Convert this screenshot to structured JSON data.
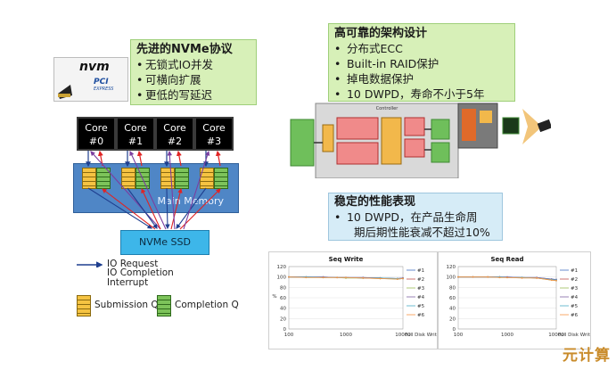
{
  "nvme_callout": {
    "title": "先进的NVMe协议",
    "items": [
      "无锁式IO并发",
      "可横向扩展",
      "更低的写延迟"
    ]
  },
  "nvm_logo": {
    "text": "nvm",
    "sub1": "PCI",
    "sub2": "EXPRESS"
  },
  "reliability_callout": {
    "title": "高可靠的架构设计",
    "items": [
      "分布式ECC",
      "Built-in RAID保护",
      "掉电数据保护",
      "10 DWPD，寿命不小于5年"
    ]
  },
  "performance_callout": {
    "title": "稳定的性能表现",
    "items": [
      "10 DWPD，在产品生命周",
      "期后期性能衰减不超过10%"
    ]
  },
  "cores": [
    "Core\n#0",
    "Core\n#1",
    "Core\n#2",
    "Core\n#3"
  ],
  "main_memory_label": "Main Memory",
  "ssd_label": "NVMe SSD",
  "legend": {
    "io_request": "IO Request",
    "io_completion": "IO Completion",
    "interrupt": "Interrupt",
    "submission_q": "Submission Q",
    "completion_q": "Completion Q"
  },
  "controller_label": "Controller",
  "charts": [
    {
      "title": "Seq Write",
      "xlabel": "Full Disk Writes",
      "ylabel": "%",
      "yticks": [
        "120",
        "100",
        "80",
        "60",
        "40",
        "20",
        "0"
      ],
      "xticks": [
        "100",
        "1000",
        "10000"
      ],
      "legend": [
        "#1",
        "#2",
        "#3",
        "#4",
        "#5",
        "#6"
      ]
    },
    {
      "title": "Seq Read",
      "xlabel": "Full Disk Writes",
      "ylabel": "",
      "yticks": [
        "120",
        "100",
        "80",
        "60",
        "40",
        "20",
        "0"
      ],
      "xticks": [
        "100",
        "1000",
        "10000"
      ],
      "legend": [
        "#1",
        "#2",
        "#3",
        "#4",
        "#5",
        "#6"
      ]
    }
  ],
  "chart_data": [
    {
      "type": "line",
      "title": "Seq Write",
      "xlabel": "Full Disk Writes",
      "ylabel": "%",
      "x": [
        100,
        200,
        400,
        700,
        1000,
        2000,
        4000,
        8000,
        10000
      ],
      "ylim": [
        0,
        120
      ],
      "xscale": "log",
      "series": [
        {
          "name": "#1",
          "values": [
            100,
            100,
            100,
            99,
            99,
            99,
            98,
            97,
            98
          ]
        },
        {
          "name": "#2",
          "values": [
            100,
            100,
            99,
            99,
            99,
            98,
            98,
            96,
            97
          ]
        },
        {
          "name": "#3",
          "values": [
            100,
            99,
            99,
            99,
            98,
            98,
            97,
            96,
            97
          ]
        },
        {
          "name": "#4",
          "values": [
            100,
            100,
            100,
            99,
            99,
            99,
            98,
            97,
            98
          ]
        },
        {
          "name": "#5",
          "values": [
            100,
            100,
            99,
            99,
            99,
            98,
            98,
            97,
            97
          ]
        },
        {
          "name": "#6",
          "values": [
            100,
            99,
            99,
            99,
            99,
            98,
            97,
            96,
            97
          ]
        }
      ],
      "legend_position": "right"
    },
    {
      "type": "line",
      "title": "Seq Read",
      "xlabel": "Full Disk Writes",
      "x": [
        100,
        200,
        400,
        700,
        1000,
        2000,
        4000,
        8000,
        10000
      ],
      "ylim": [
        0,
        120
      ],
      "xscale": "log",
      "series": [
        {
          "name": "#1",
          "values": [
            100,
            100,
            100,
            100,
            100,
            99,
            99,
            96,
            95
          ]
        },
        {
          "name": "#2",
          "values": [
            100,
            100,
            100,
            100,
            99,
            99,
            98,
            95,
            94
          ]
        },
        {
          "name": "#3",
          "values": [
            100,
            100,
            100,
            99,
            99,
            99,
            98,
            94,
            93
          ]
        },
        {
          "name": "#4",
          "values": [
            100,
            100,
            100,
            100,
            100,
            99,
            99,
            96,
            95
          ]
        },
        {
          "name": "#5",
          "values": [
            100,
            100,
            100,
            100,
            99,
            99,
            98,
            95,
            94
          ]
        },
        {
          "name": "#6",
          "values": [
            100,
            100,
            100,
            99,
            99,
            98,
            98,
            94,
            93
          ]
        }
      ],
      "legend_position": "right"
    }
  ],
  "colors": {
    "green_callout": "#d7f0b8",
    "blue_callout": "#d6ecf7",
    "main_memory": "#4f86c6",
    "ssd": "#3db6e9",
    "io_request": "#1f3f8f",
    "io_completion": "#e02424",
    "interrupt": "#7b3fa0",
    "series": [
      "#4472c4",
      "#c0504d",
      "#9bbb59",
      "#8064a2",
      "#4bacc6",
      "#f79646"
    ]
  },
  "watermark": "元计算"
}
